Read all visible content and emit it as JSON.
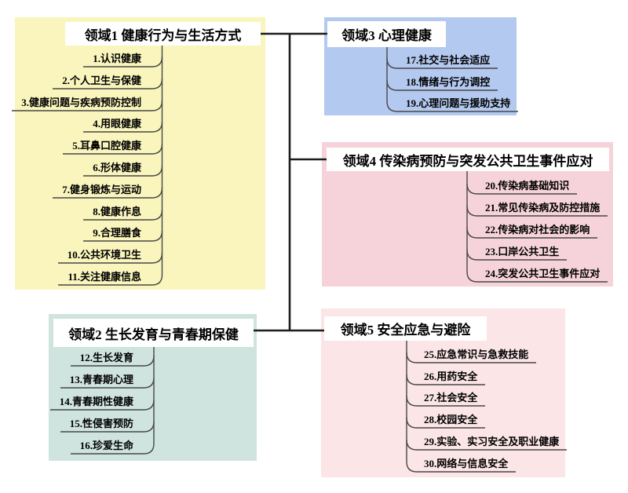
{
  "domains": [
    {
      "label": "领域1 健康行为与生活方式",
      "items": [
        "1.认识健康",
        "2.个人卫生与保健",
        "3.健康问题与疾病预防控制",
        "4.用眼健康",
        "5.耳鼻口腔健康",
        "6.形体健康",
        "7.健身锻炼与运动",
        "8.健康作息",
        "9.合理膳食",
        "10.公共环境卫生",
        "11.关注健康信息"
      ]
    },
    {
      "label": "领域2 生长发育与青春期保健",
      "items": [
        "12.生长发育",
        "13.青春期心理",
        "14.青春期性健康",
        "15.性侵害预防",
        "16.珍爱生命"
      ]
    },
    {
      "label": "领域3 心理健康",
      "items": [
        "17.社交与社会适应",
        "18.情绪与行为调控",
        "19.心理问题与援助支持"
      ]
    },
    {
      "label": "领域4 传染病预防与突发公共卫生事件应对",
      "items": [
        "20.传染病基础知识",
        "21.常见传染病及防控措施",
        "22.传染病对社会的影响",
        "23.口岸公共卫生",
        "24.突发公共卫生事件应对"
      ]
    },
    {
      "label": "领域5 安全应急与避险",
      "items": [
        "25.应急常识与急救技能",
        "26.用药安全",
        "27.社会安全",
        "28.校园安全",
        "29.实验、实习安全及职业健康",
        "30.网络与信息安全"
      ]
    }
  ],
  "colors": {
    "domain1_bg": "#f9f5bd",
    "domain2_bg": "#cfe4df",
    "domain3_bg": "#b4c9f0",
    "domain4_bg": "#f6d3da",
    "domain5_bg": "#fbe5e7",
    "title_box_bg": "#ffffff",
    "text": "#000000",
    "main_line": "#1d1d1d",
    "branch_line": "#474747"
  }
}
